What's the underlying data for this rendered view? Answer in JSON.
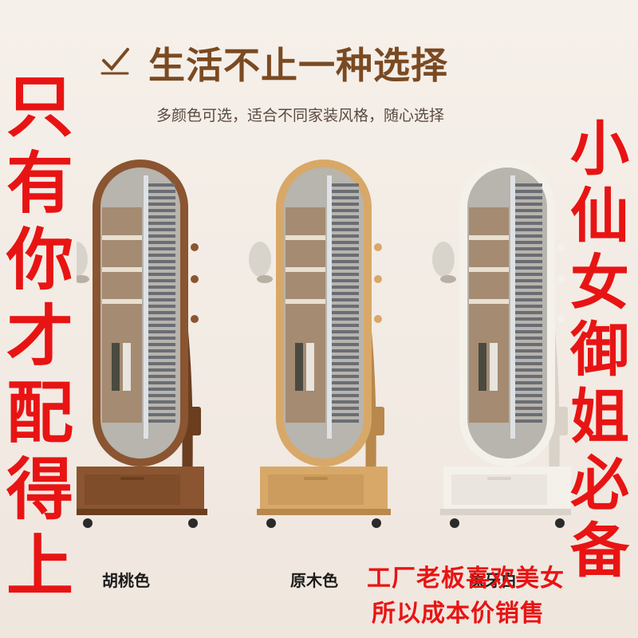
{
  "header": {
    "title": "生活不止一种选择",
    "subtitle": "多颜色可选，适合不同家装风格，随心选择",
    "icon": "check-icon"
  },
  "left_slogan": [
    "只",
    "有",
    "你",
    "才",
    "配",
    "得",
    "上"
  ],
  "right_slogan": [
    "小",
    "仙",
    "女",
    "御",
    "姐",
    "必",
    "备"
  ],
  "products": [
    {
      "label": "胡桃色",
      "frame_color": "#8a5530",
      "frame_dark": "#6b3e20"
    },
    {
      "label": "原木色",
      "frame_color": "#d8a868",
      "frame_dark": "#b8884c"
    },
    {
      "label": "象牙白",
      "frame_color": "#f4f0ea",
      "frame_dark": "#d8d2c8"
    }
  ],
  "promo": {
    "line1": "工厂老板喜欢美女",
    "line2": "所以成本价销售"
  },
  "colors": {
    "headline": "#7a4a22",
    "slogan_red": "#e81414"
  }
}
